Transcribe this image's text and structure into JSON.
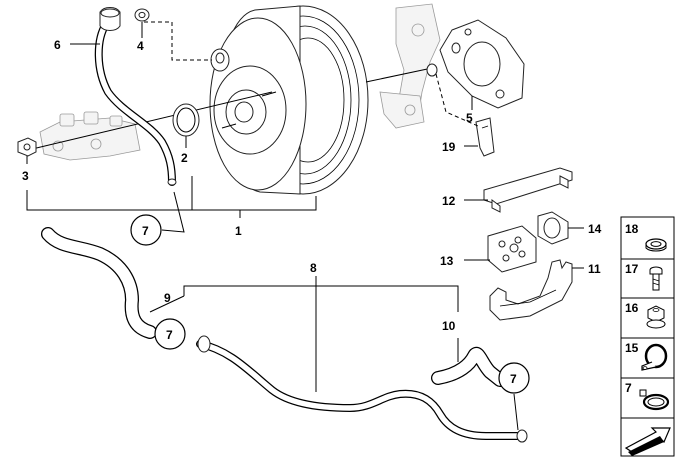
{
  "callouts": {
    "c1": "1",
    "c2": "2",
    "c3": "3",
    "c4": "4",
    "c5": "5",
    "c6": "6",
    "c7a": "7",
    "c7b": "7",
    "c7c": "7",
    "c8": "8",
    "c9": "9",
    "c10": "10",
    "c11": "11",
    "c12": "12",
    "c13": "13",
    "c14": "14",
    "c19": "19"
  },
  "legend": {
    "items": [
      {
        "number": "18",
        "part": "washer-ring-icon"
      },
      {
        "number": "17",
        "part": "bolt-icon"
      },
      {
        "number": "16",
        "part": "nut-icon"
      },
      {
        "number": "15",
        "part": "pipe-clamp-icon"
      },
      {
        "number": "7",
        "part": "hose-clamp-icon"
      }
    ],
    "footer_icon": "direction-arrow-icon"
  }
}
